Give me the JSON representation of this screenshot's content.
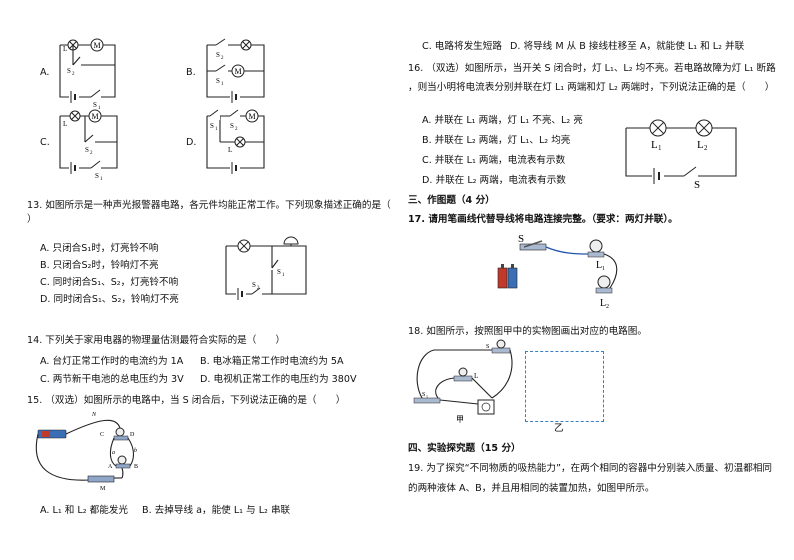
{
  "q12": {
    "options": [
      {
        "letter": "A."
      },
      {
        "letter": "B."
      },
      {
        "letter": "C."
      },
      {
        "letter": "D."
      }
    ],
    "labels": {
      "L": "L",
      "M": "M",
      "S1": "S",
      "S1sub": "1",
      "S2": "S",
      "S2sub": "2"
    }
  },
  "q13": {
    "stem": "13. 如图所示是一种声光报警器电路，各元件均能正常工作。下列现象描述正确的是（",
    "stem_cont": "）",
    "options": [
      "A. 只闭合S₁时，灯亮铃不响",
      "B. 只闭合S₂时，铃响灯不亮",
      "C. 同时闭合S₁、S₂，灯亮铃不响",
      "D. 同时闭合S₁、S₂，铃响灯不亮"
    ]
  },
  "q14": {
    "stem": "14. 下列关于家用电器的物理量估测最符合实际的是（　　）",
    "options": [
      "A. 台灯正常工作时的电流约为 1A",
      "B. 电冰箱正常工作时电流约为 5A",
      "C. 两节新干电池的总电压约为 3V",
      "D. 电视机正常工作的电压约为 380V"
    ]
  },
  "q15": {
    "stem": "15. （双选）如图所示的电路中，当 S 闭合后，下列说法正确的是（　　）",
    "opt_a": "A. L₁ 和 L₂ 都能发光",
    "opt_b": "B. 去掉导线 a，能使 L₁ 与 L₂ 串联",
    "opt_c": "C. 电路将发生短路",
    "opt_d": "D. 将导线 M 从 B 接线柱移至 A，就能使 L₁ 和 L₂ 并联",
    "figure_labels": [
      "N",
      "C",
      "D",
      "A",
      "B",
      "a",
      "b",
      "M"
    ]
  },
  "q16": {
    "stem1": "16. （双选）如图所示，当开关 S 闭合时，灯 L₁、L₂ 均不亮。若电路故障为灯 L₁ 断路",
    "stem2": "，则当小明将电流表分别并联在灯 L₁ 两端和灯 L₂ 两端时，下列说法正确的是（　　）",
    "options": [
      "A. 并联在 L₁ 两端，灯 L₁ 不亮、L₂ 亮",
      "B. 并联在 L₂ 两端，灯 L₁、L₂ 均亮",
      "C. 并联在 L₁ 两端，电流表有示数",
      "D. 并联在 L₂ 两端，电流表有示数"
    ],
    "figure_labels": {
      "L1": "L",
      "L1sub": "1",
      "L2": "L",
      "L2sub": "2",
      "S": "S"
    }
  },
  "section3": "三、作图题（4 分）",
  "q17": {
    "stem": "17. 请用笔画线代替导线将电路连接完整。（要求：两灯并联）。",
    "figure_labels": {
      "S": "S",
      "L1": "L",
      "L1sub": "1",
      "L2": "L",
      "L2sub": "2"
    }
  },
  "q18": {
    "stem": "18. 如图所示，按照图甲中的实物图画出对应的电路图。",
    "label_jia": "甲",
    "label_yi": "乙"
  },
  "section4": "四、实验探究题（15 分）",
  "q19": {
    "stem1": "19. 为了探究“不同物质的吸热能力”，在两个相同的容器中分别装入质量、初温都相同",
    "stem2": "的两种液体 A、B，并且用相同的装置加热，如图甲所示。"
  }
}
